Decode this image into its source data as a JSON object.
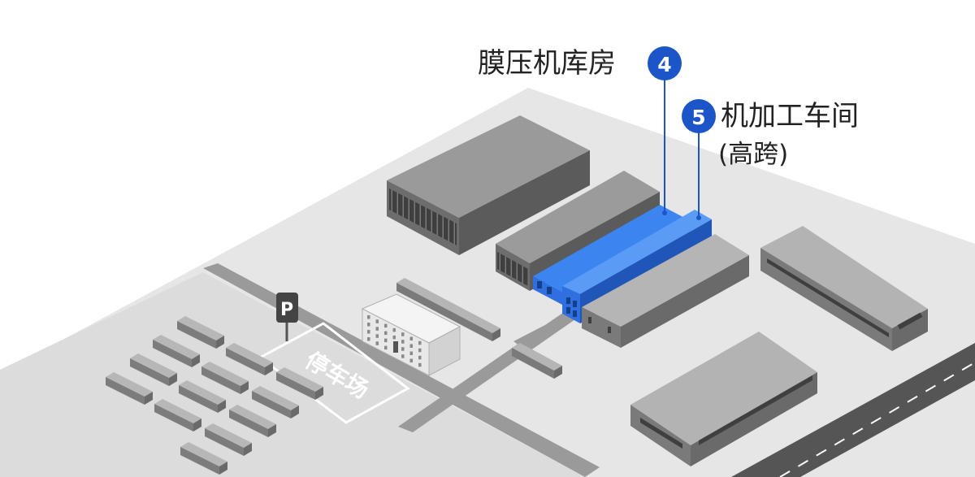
{
  "markers": [
    {
      "number": "4",
      "label": "膜压机库房",
      "sub_label": ""
    },
    {
      "number": "5",
      "label": "机加工车间",
      "sub_label": "(高跨)"
    }
  ],
  "parking": {
    "sign": "P",
    "ground_text": "停车场"
  },
  "colors": {
    "highlight": "#2f6fe0",
    "marker": "#1b55c8",
    "ground": "#e6e6e6",
    "road": "#9a9a9a",
    "building": "#9d9d9d"
  }
}
